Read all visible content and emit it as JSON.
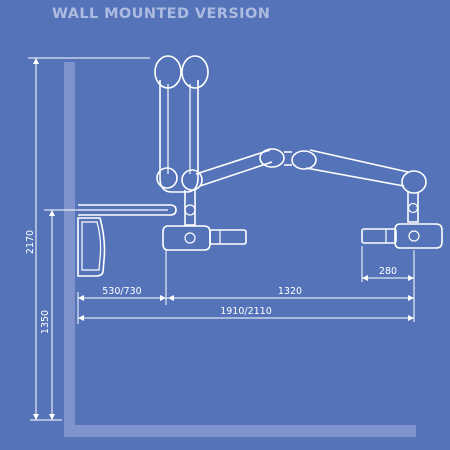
{
  "title": "WALL MOUNTED VERSION",
  "dimensions": {
    "total_height": "2170",
    "mount_height": "1350",
    "short_reach": "530/730",
    "arm_reach": "1320",
    "head_length": "280",
    "total_reach": "1910/2110"
  },
  "colors": {
    "background": "#5473b9",
    "wall": "#7f93cc",
    "title": "#aebbe0",
    "line": "#ffffff"
  }
}
